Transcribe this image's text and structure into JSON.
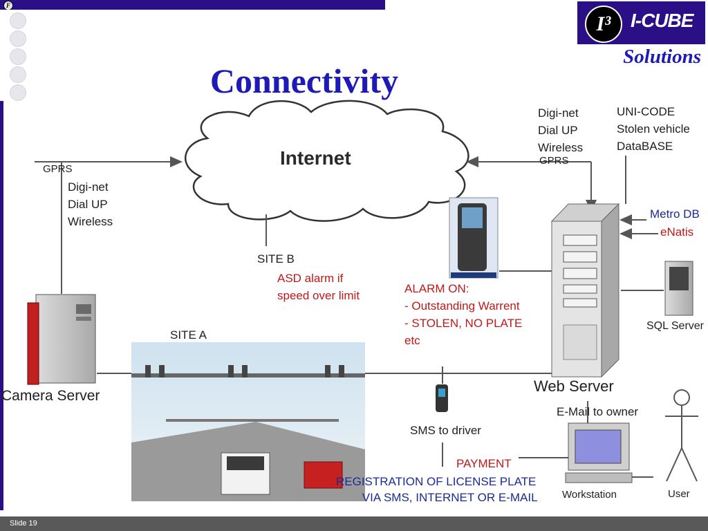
{
  "header": {
    "logo_mark": "I³",
    "logo_text": "I-CUBE",
    "tagline": "Solutions",
    "corner_logo_letter": "F"
  },
  "title": "Connectivity",
  "diagram": {
    "internet": "Internet",
    "gprs_left": "GPRS",
    "left_links": "Digi-net\nDial UP\nWireless",
    "right_links": "Digi-net\nDial UP\nWireless",
    "gprs_right": "GPRS",
    "database_label": "UNI-CODE\nStolen vehicle\nDataBASE",
    "metro_db": "Metro DB",
    "enatis": "eNatis",
    "site_b": "SITE B",
    "asd_alarm": "ASD alarm if\nspeed over limit",
    "alarm_on": "ALARM ON:\n- Outstanding Warrent\n- STOLEN, NO PLATE\netc",
    "sql_server": "SQL Server",
    "site_a": "SITE A",
    "camera_server": "Camera Server",
    "web_server": "Web Server",
    "email_owner": "E-Mail to owner",
    "sms_driver": "SMS to driver",
    "payment": "PAYMENT",
    "registration": "REGISTRATION OF LICENSE PLATE\n        VIA SMS, INTERNET OR E-MAIL",
    "workstation": "Workstation",
    "user": "User"
  },
  "footer": {
    "slide_label": "Slide 19"
  },
  "colors": {
    "brand_blue": "#2a0f86",
    "title_blue": "#1e1ab6",
    "alert_red": "#c01818",
    "footer_gray": "#595959"
  }
}
